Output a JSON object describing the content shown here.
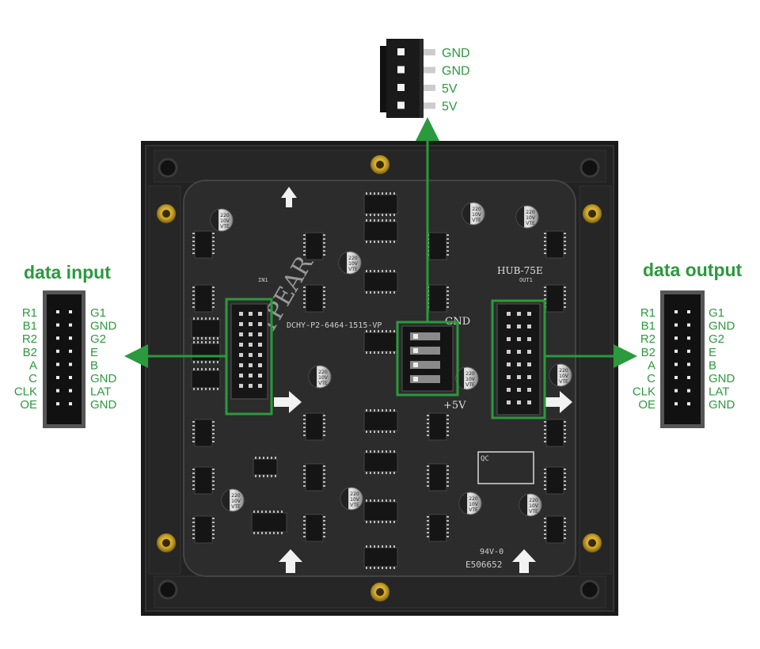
{
  "colors": {
    "green": "#2a9a3c",
    "board": "#1b1b1b",
    "pcb": "#2b2b2b",
    "brass": "#c9a227"
  },
  "power_connector": {
    "pins": [
      "GND",
      "GND",
      "5V",
      "5V"
    ]
  },
  "data_input": {
    "heading": "data input",
    "left_pins": [
      "R1",
      "B1",
      "R2",
      "B2",
      "A",
      "C",
      "CLK",
      "OE"
    ],
    "right_pins": [
      "G1",
      "GND",
      "G2",
      "E",
      "B",
      "GND",
      "LAT",
      "GND"
    ]
  },
  "data_output": {
    "heading": "data output",
    "left_pins": [
      "R1",
      "B1",
      "R2",
      "B2",
      "A",
      "C",
      "CLK",
      "OE"
    ],
    "right_pins": [
      "G1",
      "GND",
      "G2",
      "E",
      "B",
      "GND",
      "LAT",
      "GND"
    ]
  },
  "board_labels": {
    "watermark": "SPOTPEAR",
    "model": "DCHY-P2-6464-1515-VP",
    "hub": "HUB-75E",
    "out": "OUT1",
    "in": "IN1",
    "gnd": "GND",
    "plus5v": "+5V",
    "qc": "QC",
    "rating": "94V-0",
    "cert": "E506652",
    "cap_value": "220",
    "cap_voltage": "10V",
    "cap_brand": "VTE"
  }
}
